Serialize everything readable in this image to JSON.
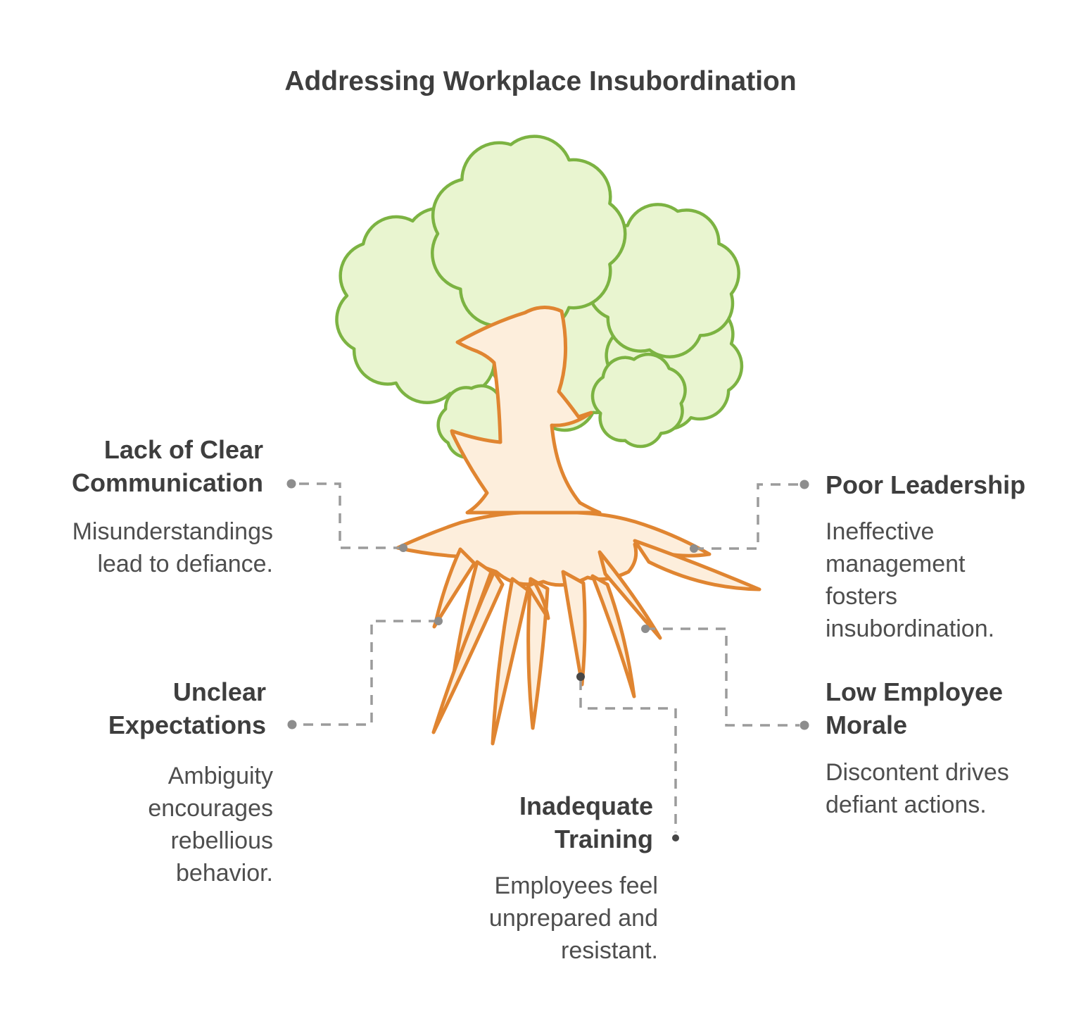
{
  "title": "Addressing Workplace Insubordination",
  "causes": [
    {
      "id": "lack-of-clear-communication",
      "heading": "Lack of Clear Communication",
      "description": "Misunderstandings lead to defiance.",
      "side": "left"
    },
    {
      "id": "poor-leadership",
      "heading": "Poor Leadership",
      "description": "Ineffective management fosters insubordination.",
      "side": "right"
    },
    {
      "id": "unclear-expectations",
      "heading": "Unclear Expectations",
      "description": "Ambiguity encourages rebellious behavior.",
      "side": "left"
    },
    {
      "id": "low-employee-morale",
      "heading": "Low Employee Morale",
      "description": "Discontent drives defiant actions.",
      "side": "right"
    },
    {
      "id": "inadequate-training",
      "heading": "Inadequate Training",
      "description": "Employees feel unprepared and resistant.",
      "side": "bottom"
    }
  ],
  "illustration": {
    "name": "tree-with-roots",
    "canopy_fill": "#e9f5d0",
    "canopy_stroke": "#7cb342",
    "trunk_fill": "#fdeedc",
    "trunk_stroke": "#e08531"
  },
  "colors": {
    "background": "#ffffff",
    "heading_text": "#3e3e3e",
    "body_text": "#4e4e4e",
    "connector": "#9b9b9b",
    "dot_gray": "#8d8d8d",
    "dot_dark": "#474747"
  }
}
